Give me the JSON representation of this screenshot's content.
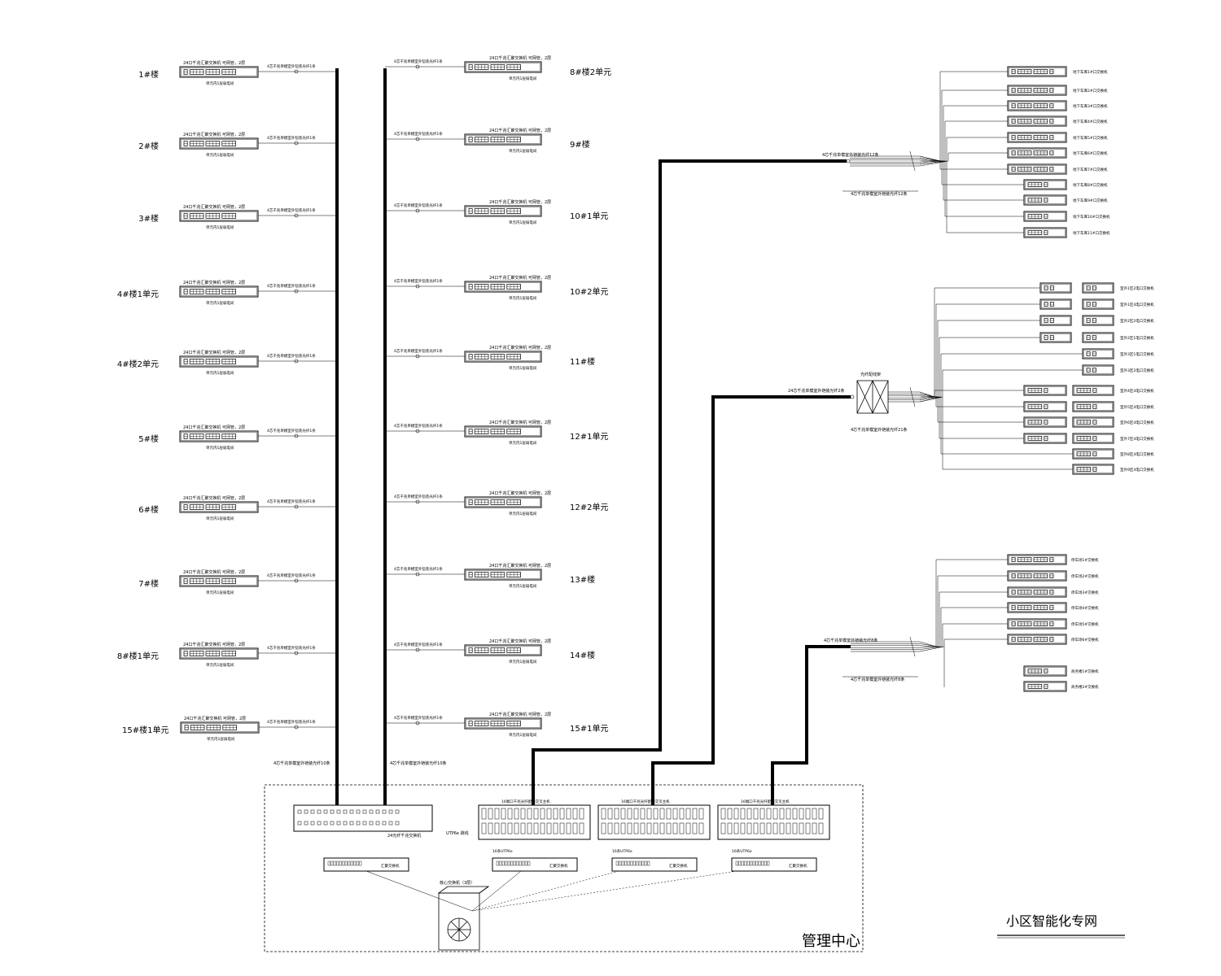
{
  "title": "小区智能化专网",
  "management_label": "管理中心",
  "left_column": {
    "buildings": [
      "1#楼",
      "2#楼",
      "3#楼",
      "4#楼1单元",
      "4#楼2单元",
      "5#楼",
      "6#楼",
      "7#楼",
      "8#楼1单元",
      "15#楼1单元"
    ],
    "switch_top": "24口千兆汇聚交换机 可网管，2层",
    "switch_bottom": "单元内1层弱电间",
    "cable_label": "4芯千兆单模室外铠装光纤1条",
    "trunk_label": "4芯千兆单模室外铠装光纤10条"
  },
  "middle_column": {
    "buildings": [
      "8#楼2单元",
      "9#楼",
      "10#1单元",
      "10#2单元",
      "11#楼",
      "12#1单元",
      "12#2单元",
      "13#楼",
      "14#楼",
      "15#1单元"
    ],
    "switch_top": "24口千兆汇聚交换机 可网管，2层",
    "switch_bottom": "单元内1层弱电间",
    "cable_label": "4芯千兆单模室外铠装光纤1条",
    "trunk_label": "4芯千兆单模室外铠装光纤10条"
  },
  "right_group_1": {
    "main_cable": "4芯千兆单模室外铠装光纤12条",
    "sub_cable": "4芯千兆单模室外铠装光纤12条",
    "switches": [
      "地下车库1#口交换机",
      "地下车库2#口交换机",
      "地下车库3#口交换机",
      "地下车库4#口交换机",
      "地下车库5#口交换机",
      "地下车库6#口交换机",
      "地下车库7#口交换机",
      "地下车库8#口交换机",
      "地下车库9#口交换机",
      "地下车库10#口交换机",
      "地下车库11#口交换机"
    ]
  },
  "right_group_2": {
    "box_label": "光纤配线架",
    "main_cable": "24芯千兆单模室外铠装光纤2条",
    "sub_cable": "4芯千兆单模室外铠装光纤21条",
    "switches": [
      "室外1区2电口交换机",
      "室外1区4电口交换机",
      "室外2区2电口交换机",
      "室外2区1电口交换机",
      "室外3区1电口交换机",
      "室外3区2电口交换机",
      "室外4区4电口交换机",
      "室外5区4电口交换机",
      "室外6区4电口交换机",
      "室外7区4电口交换机",
      "室外8区4电口交换机",
      "室外9区4电口交换机"
    ]
  },
  "right_group_3": {
    "main_cable": "4芯千兆单模室外铠装光纤8条",
    "sub_cable": "4芯千兆单模室外铠装光纤8条",
    "switches": [
      "停车场1#交换机",
      "停车场2#交换机",
      "停车场3#交换机",
      "停车场4#交换机",
      "停车场5#交换机",
      "停车场6#交换机",
      "商务楼1#交换机",
      "商务楼2#交换机"
    ]
  },
  "center": {
    "fiber_switch_label": "24光纤千兆交换机",
    "patch_label": "16端口千兆光纤配线交叉主机",
    "utp_label": "16条UTP6e",
    "utp_label_2": "UTP6e 跳线",
    "agg_switch_label": "汇聚交换机",
    "core_label": "核心交换机（3层）"
  },
  "colors": {
    "line": "#000000",
    "background": "#ffffff"
  }
}
